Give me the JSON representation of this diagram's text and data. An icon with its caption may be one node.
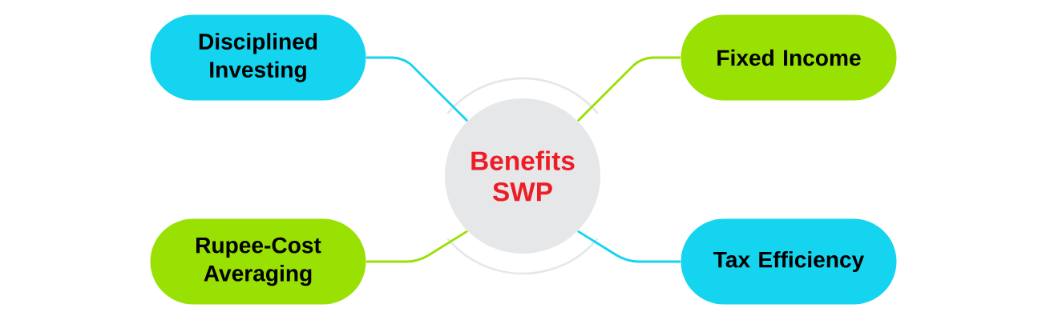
{
  "diagram": {
    "nodes": [
      {
        "text": [
          "Benefits SWP"
        ]
      },
      {
        "text": [
          "Disciplined Investing"
        ]
      },
      {
        "text": [
          "Fixed Income"
        ]
      },
      {
        "text": [
          "Rupee-Cost Averaging"
        ]
      },
      {
        "text": [
          "Tax Efficiency"
        ]
      }
    ],
    "edges": [
      {
        "from": 0,
        "to": 1,
        "arrow": "none",
        "color": "#14d4f0"
      },
      {
        "from": 0,
        "to": 2,
        "arrow": "none",
        "color": "#99e003"
      },
      {
        "from": 0,
        "to": 3,
        "arrow": "none",
        "color": "#99e003"
      },
      {
        "from": 0,
        "to": 4,
        "arrow": "none",
        "color": "#14d4f0"
      }
    ]
  }
}
